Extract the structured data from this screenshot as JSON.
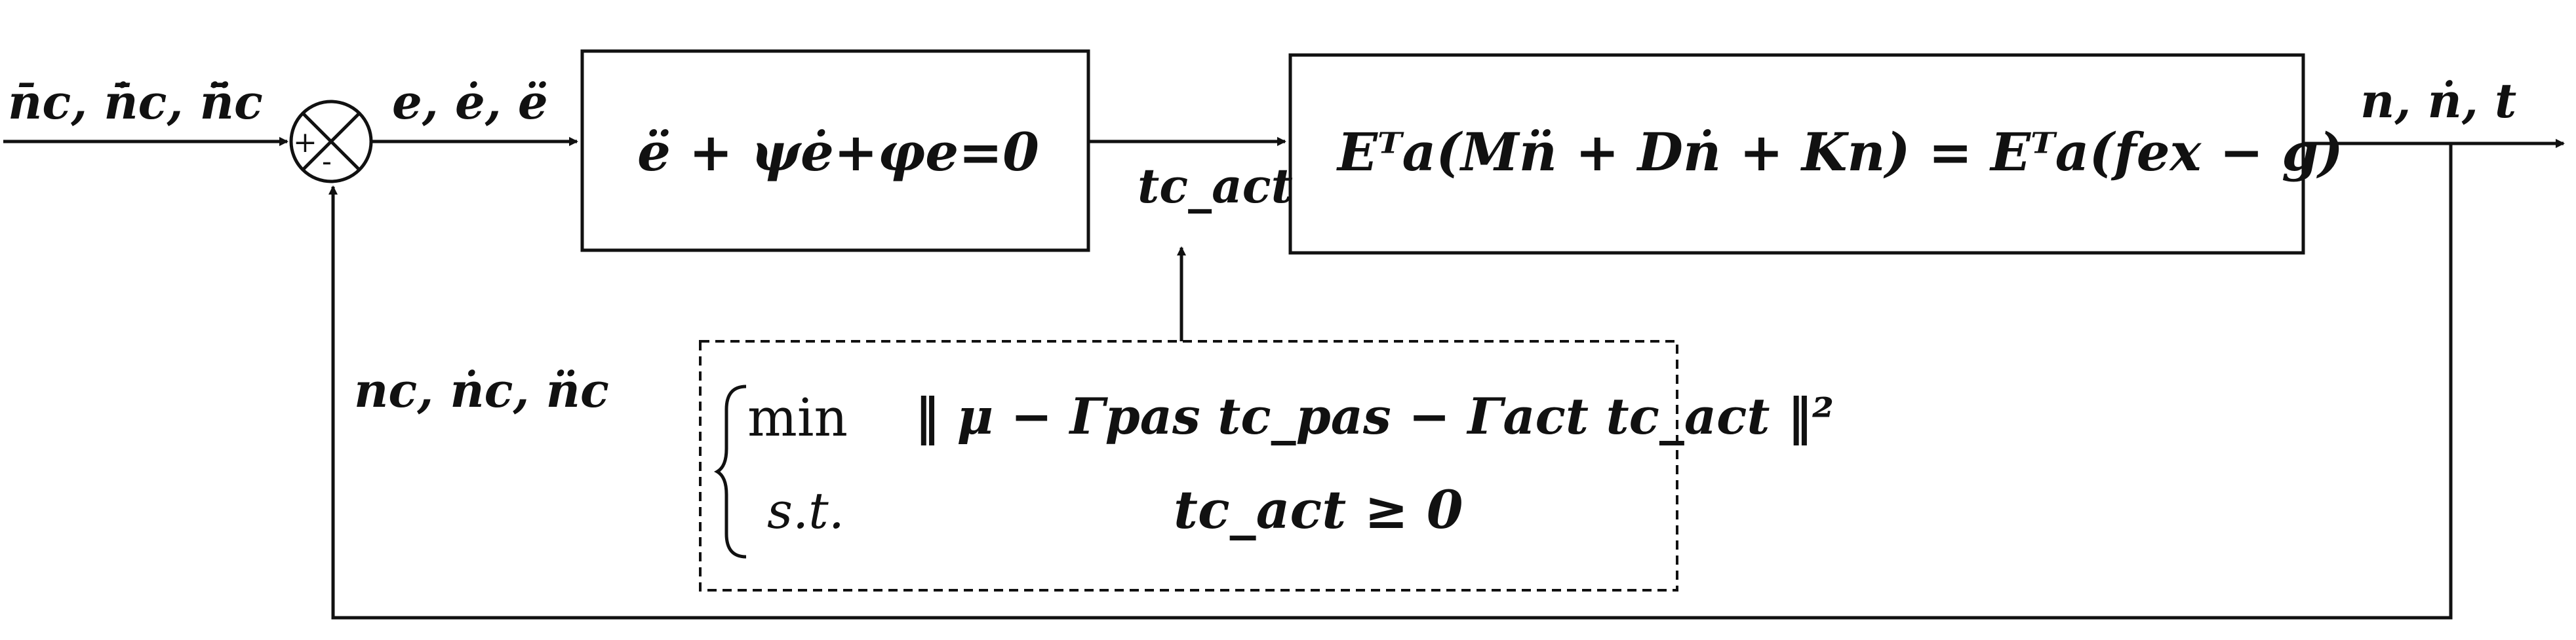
{
  "ref_input_label": "n̄c, n̄̇c, n̄̈c",
  "error_label": "e, ė, ë",
  "error_dynamics": "ë + ψė+φe=0",
  "tension_label": "tc_act",
  "plant_equation": "Eᵀa(Mn̈ + Dṅ + Kn) = Eᵀa(fex − g)",
  "output_label": "n, ṅ, t",
  "feedback_label": "nc, ṅc, n̈c",
  "sum_plus": "+",
  "sum_minus": "-",
  "optimization": {
    "objective_keyword": "min",
    "objective_expr": "‖ μ − Γpas tc_pas − Γact tc_act ‖²",
    "constraint_keyword": "s.t.",
    "constraint_expr": "tc_act ≥ 0"
  }
}
